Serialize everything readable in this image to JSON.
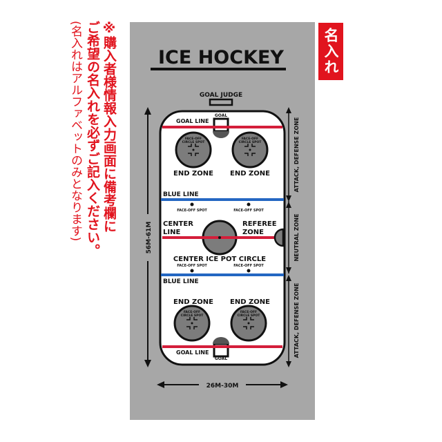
{
  "notes": {
    "line1": "※購入者様情報入力画面に",
    "line2": "ご希望の名入れを必ずご記入ください。",
    "line3": "(名入れはアルファベットのみとなります)",
    "memo": "備考欄に"
  },
  "badge": "名入れ",
  "diagram": {
    "title": "ICE HOCKEY",
    "goal_judge": "GOAL JUDGE",
    "goal_top": "GOAL",
    "goal_bottom": "GOAL",
    "goal_line_top": "GOAL LINE",
    "goal_line_bottom": "GOAL LINE",
    "end_zone": "END ZONE",
    "face_off_circle_spot_l1": "FACE-OFF",
    "face_off_circle_spot_l2": "CIRCLE SPOT",
    "blue_line": "BLUE LINE",
    "face_off_spot": "FACE-OFF SPOT",
    "center_line_l1": "CENTER",
    "center_line_l2": "LINE",
    "referee_zone_l1": "REFEREE",
    "referee_zone_l2": "ZONE",
    "center_ice_pot_circle": "CENTER ICE POT CIRCLE",
    "length_dim": "56M-61M",
    "width_dim": "26M-30M",
    "right_top": "ATTACK, DEFENSE ZONE",
    "right_mid": "NEUTRAL ZONE",
    "right_bottom": "ATTACK, DEFENSE ZONE"
  },
  "colors": {
    "red_line": "#d41e3a",
    "blue_line": "#2467c2",
    "panel": "#a7a7a7",
    "badge": "#e1141e"
  }
}
